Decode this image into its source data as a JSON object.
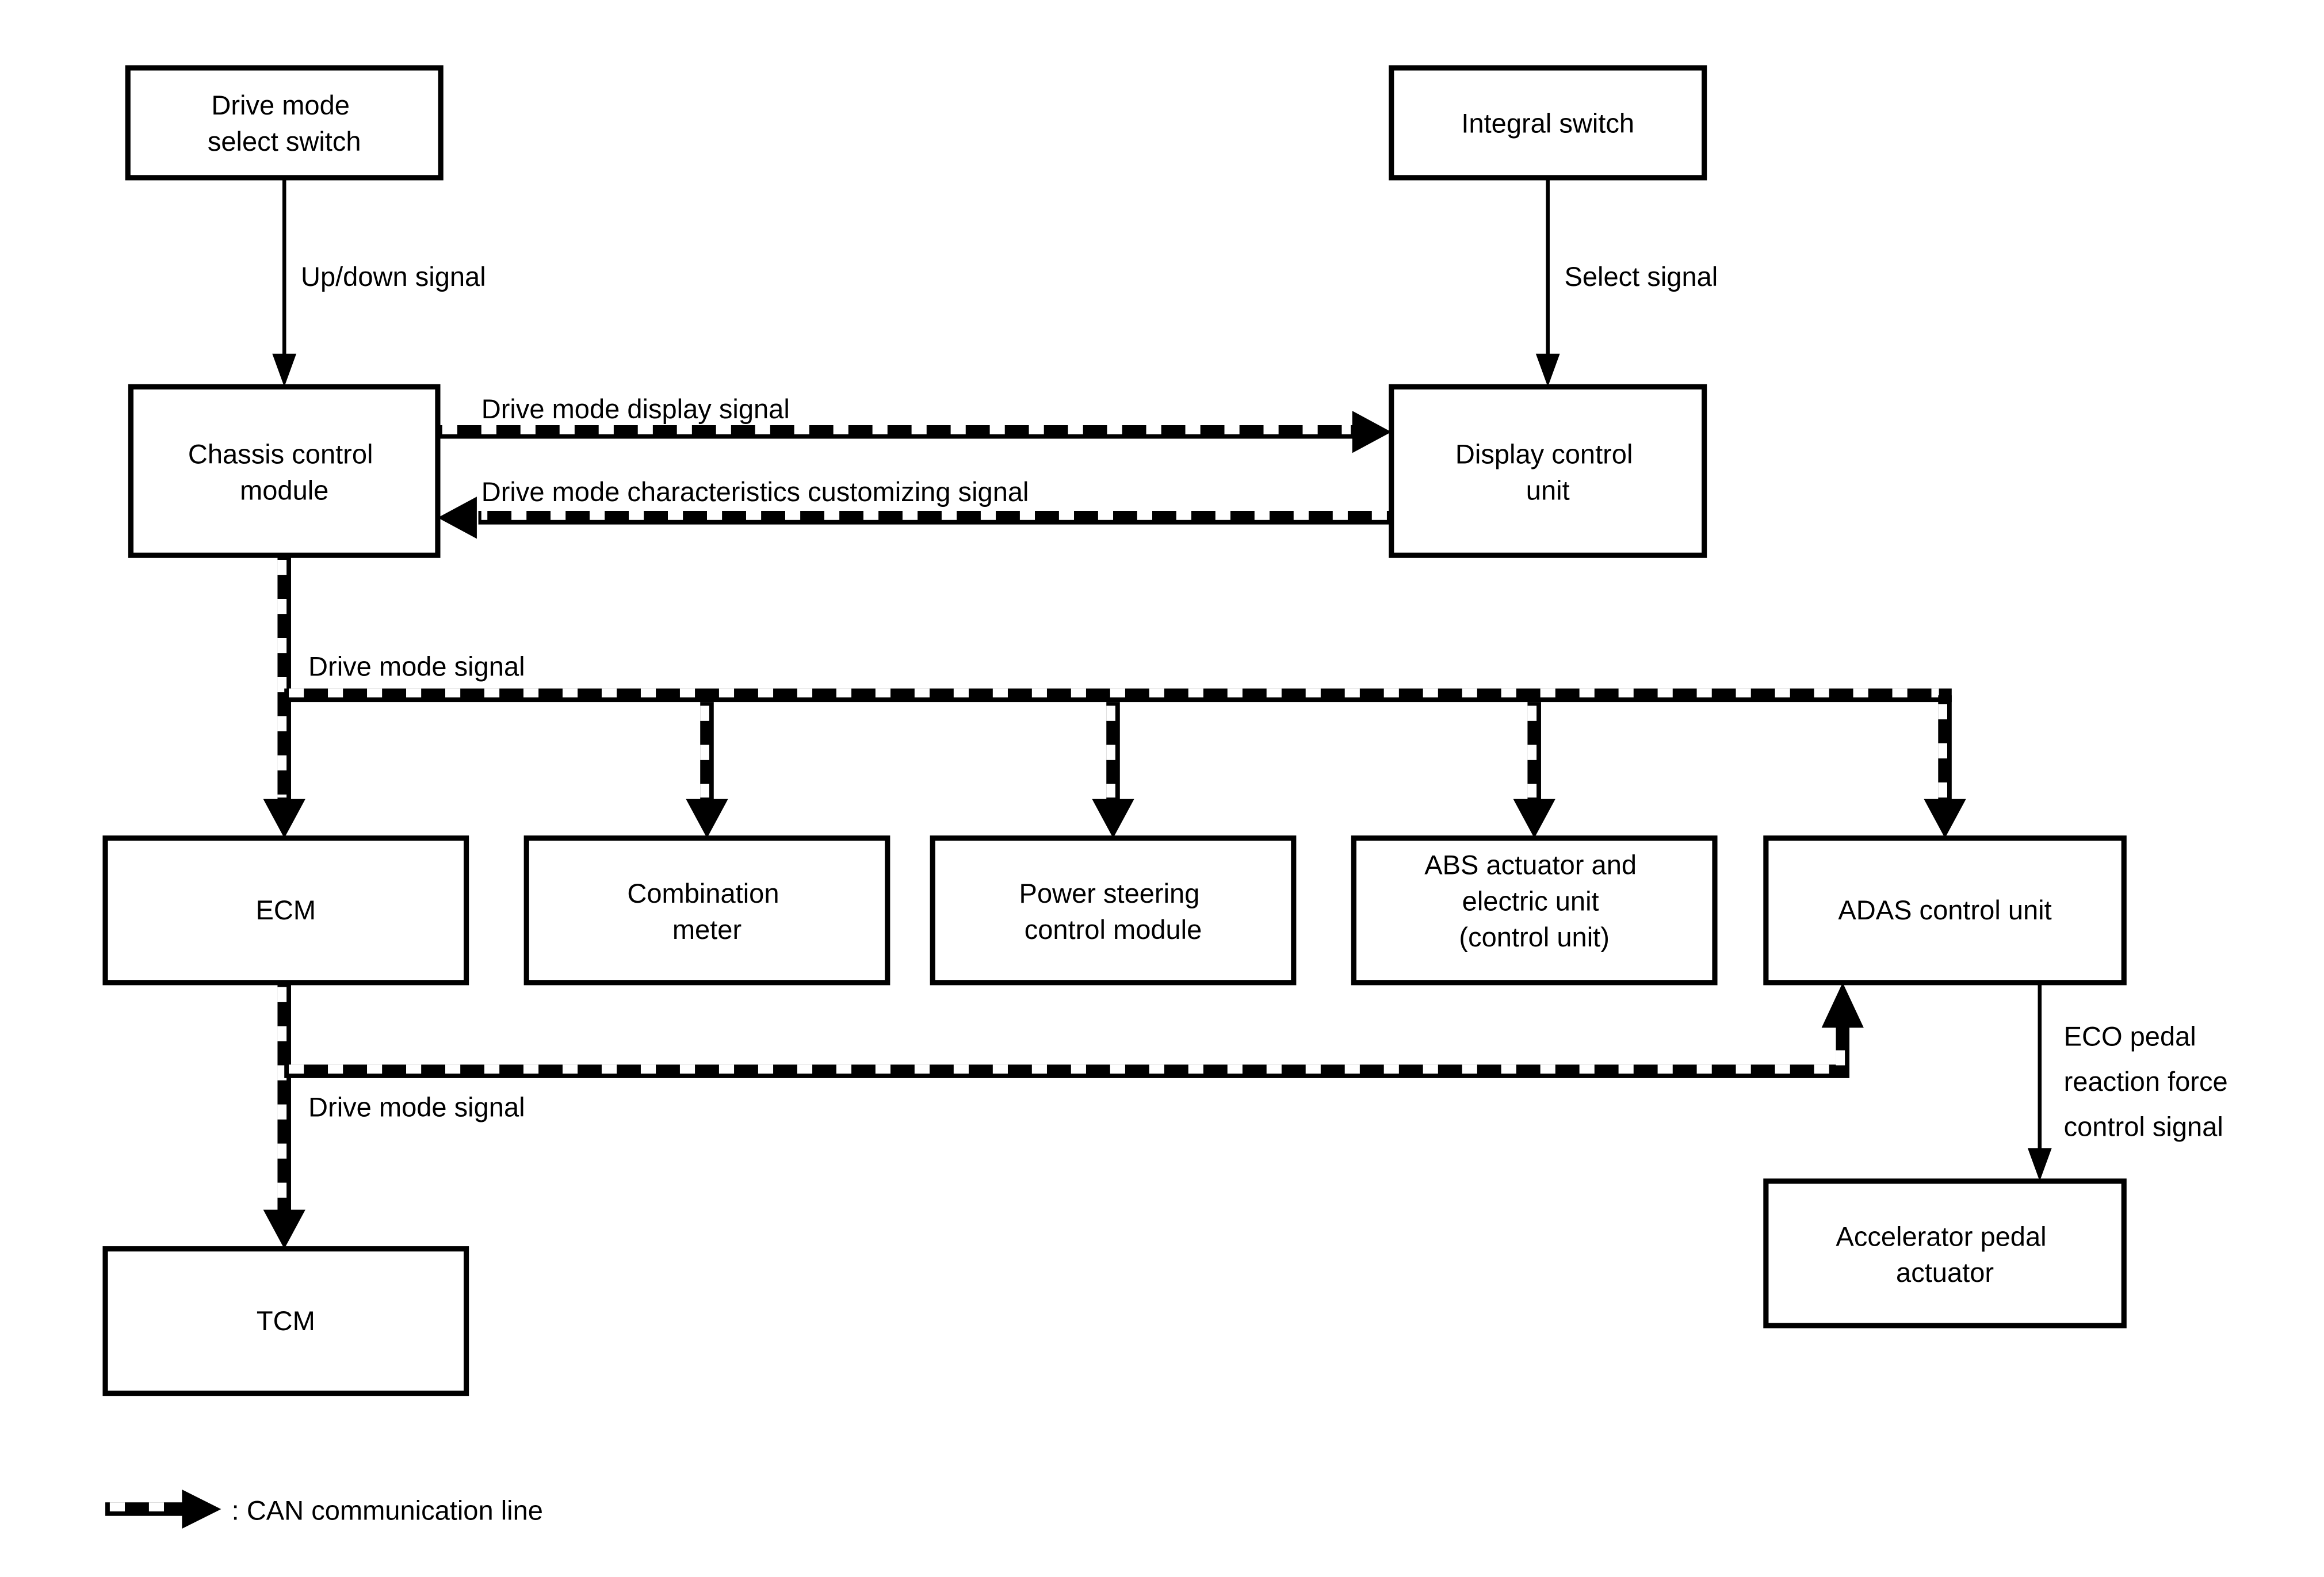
{
  "boxes": {
    "drive_mode_select_switch": {
      "lines": [
        "Drive mode",
        "select switch"
      ]
    },
    "integral_switch": {
      "lines": [
        "Integral switch"
      ]
    },
    "chassis_control_module": {
      "lines": [
        "Chassis control",
        "module"
      ]
    },
    "display_control_unit": {
      "lines": [
        "Display control",
        "unit"
      ]
    },
    "ecm": {
      "lines": [
        "ECM"
      ]
    },
    "combination_meter": {
      "lines": [
        "Combination",
        "meter"
      ]
    },
    "power_steering_control_module": {
      "lines": [
        "Power steering",
        "control module"
      ]
    },
    "abs_actuator_electric_unit": {
      "lines": [
        "ABS actuator and",
        "electric unit",
        "(control unit)"
      ]
    },
    "adas_control_unit": {
      "lines": [
        "ADAS control unit"
      ]
    },
    "accelerator_pedal_actuator": {
      "lines": [
        "Accelerator pedal",
        "actuator"
      ]
    },
    "tcm": {
      "lines": [
        "TCM"
      ]
    }
  },
  "signals": {
    "up_down": "Up/down signal",
    "select": "Select signal",
    "drive_mode_display": "Drive mode display signal",
    "drive_mode_characteristics": "Drive mode characteristics customizing signal",
    "drive_mode_bus": "Drive mode signal",
    "drive_mode_ecm_adas": "Drive mode signal",
    "eco_pedal": {
      "lines": [
        "ECO pedal",
        "reaction force",
        "control signal"
      ]
    }
  },
  "legend": {
    "can_label": ": CAN communication line"
  },
  "colors": {
    "line": "#000000",
    "background": "#ffffff"
  }
}
